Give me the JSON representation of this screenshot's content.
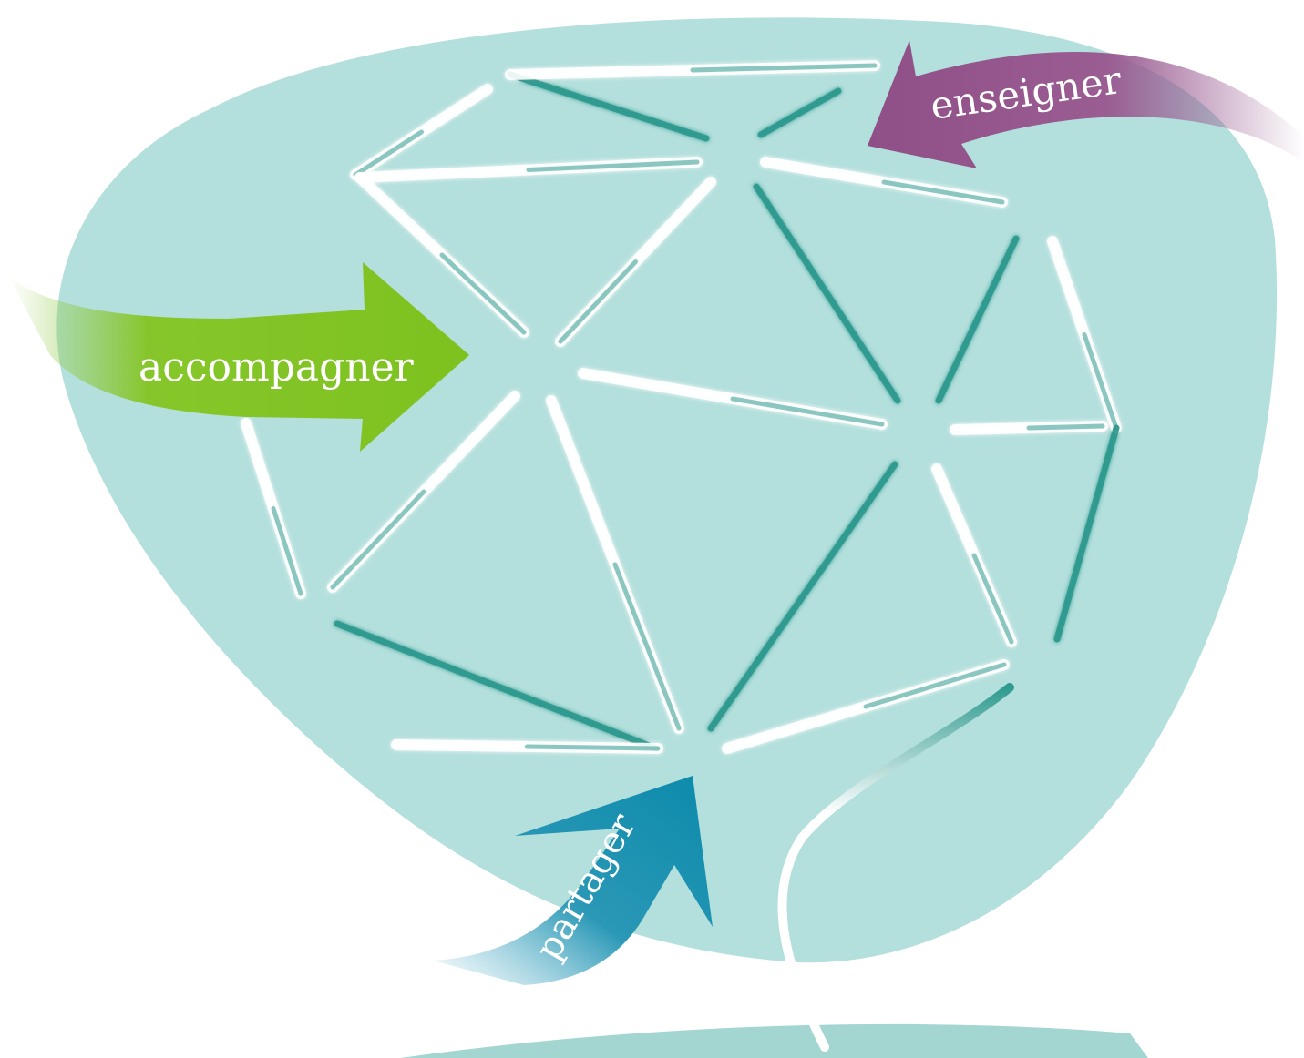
{
  "labels": {
    "enseigner": "enseigner",
    "accompagner": "accompagner",
    "partager": "partager"
  },
  "colors": {
    "blob": "#b3dfdc",
    "blob_bottom": "#a3d6d1",
    "strut": "#2f9a8f",
    "enseigner_arrow": "#8f4f87",
    "accompagner_arrow": "#7dc21f",
    "partager_arrow": "#0c8aab",
    "text": "#ffffff"
  }
}
